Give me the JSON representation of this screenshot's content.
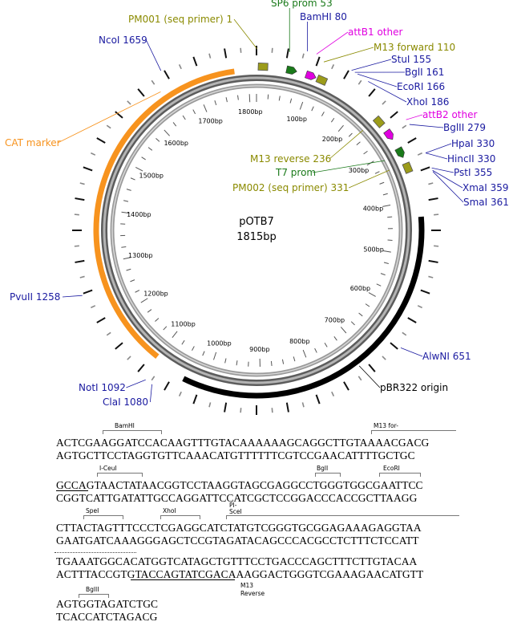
{
  "plasmid": {
    "name": "pOTB7",
    "size_label": "1815bp",
    "length": 1815
  },
  "colors": {
    "orange": "#f7931e",
    "black": "#000000",
    "olive": "#8a8a00",
    "olive_fill": "#9c9c1a",
    "green": "#1a7a1a",
    "magenta": "#e000e0",
    "navy": "#1a1aa0",
    "backbone": "#8c8c8c"
  },
  "scale_ticks": [
    {
      "pos": 100,
      "label": "100bp"
    },
    {
      "pos": 200,
      "label": "200bp"
    },
    {
      "pos": 300,
      "label": "300bp"
    },
    {
      "pos": 400,
      "label": "400bp"
    },
    {
      "pos": 500,
      "label": "500bp"
    },
    {
      "pos": 600,
      "label": "600bp"
    },
    {
      "pos": 700,
      "label": "700bp"
    },
    {
      "pos": 800,
      "label": "800bp"
    },
    {
      "pos": 900,
      "label": "900bp"
    },
    {
      "pos": 1000,
      "label": "1000bp"
    },
    {
      "pos": 1100,
      "label": "1100bp"
    },
    {
      "pos": 1200,
      "label": "1200bp"
    },
    {
      "pos": 1300,
      "label": "1300bp"
    },
    {
      "pos": 1400,
      "label": "1400bp"
    },
    {
      "pos": 1500,
      "label": "1500bp"
    },
    {
      "pos": 1600,
      "label": "1600bp"
    },
    {
      "pos": 1700,
      "label": "1700bp"
    },
    {
      "pos": 1800,
      "label": "1800bp"
    }
  ],
  "features": [
    {
      "name": "CAT marker",
      "start": 1100,
      "end": 1775,
      "color": "orange"
    },
    {
      "name": "pBR322 origin",
      "start": 430,
      "end": 1040,
      "color": "black"
    },
    {
      "name": "PM001 (seq primer)",
      "start": 1,
      "end": 22,
      "color": "olive"
    },
    {
      "name": "SP6 prom",
      "start": 53,
      "end": 71,
      "color": "green"
    },
    {
      "name": "attB1",
      "start": 85,
      "end": 110,
      "color": "magenta"
    },
    {
      "name": "M13 forward",
      "start": 110,
      "end": 127,
      "color": "olive"
    },
    {
      "name": "M13 reverse",
      "start": 236,
      "end": 253,
      "color": "olive"
    },
    {
      "name": "attB2",
      "start": 262,
      "end": 286,
      "color": "magenta"
    },
    {
      "name": "T7 prom",
      "start": 302,
      "end": 320,
      "color": "green"
    },
    {
      "name": "PM002 (seq primer)",
      "start": 331,
      "end": 350,
      "color": "olive"
    }
  ],
  "labels": [
    {
      "text": "PM001 (seq primer) 1",
      "color": "olive",
      "pos": 1
    },
    {
      "text": "SP6 prom 53",
      "color": "green",
      "pos": 53
    },
    {
      "text": "BamHI 80",
      "color": "navy",
      "pos": 80
    },
    {
      "text": "attB1 other",
      "color": "magenta",
      "pos": 95
    },
    {
      "text": "M13 forward 110",
      "color": "olive",
      "pos": 110
    },
    {
      "text": "StuI 155",
      "color": "navy",
      "pos": 155
    },
    {
      "text": "BglI 161",
      "color": "navy",
      "pos": 161
    },
    {
      "text": "EcoRI 166",
      "color": "navy",
      "pos": 166
    },
    {
      "text": "XhoI 186",
      "color": "navy",
      "pos": 186
    },
    {
      "text": "attB2 other",
      "color": "magenta",
      "pos": 270
    },
    {
      "text": "BglII 279",
      "color": "navy",
      "pos": 279
    },
    {
      "text": "HpaI 330",
      "color": "navy",
      "pos": 330
    },
    {
      "text": "HincII 330",
      "color": "navy",
      "pos": 330
    },
    {
      "text": "PstI 355",
      "color": "navy",
      "pos": 355
    },
    {
      "text": "XmaI 359",
      "color": "navy",
      "pos": 359
    },
    {
      "text": "SmaI 361",
      "color": "navy",
      "pos": 361
    },
    {
      "text": "M13 reverse 236",
      "color": "olive",
      "pos": 236
    },
    {
      "text": "T7 prom",
      "color": "green",
      "pos": 310
    },
    {
      "text": "PM002 (seq primer) 331",
      "color": "olive",
      "pos": 331
    },
    {
      "text": "NcoI 1659",
      "color": "navy",
      "pos": 1659
    },
    {
      "text": "CAT marker",
      "color": "orange",
      "pos": 1640
    },
    {
      "text": "PvuII 1258",
      "color": "navy",
      "pos": 1258
    },
    {
      "text": "NotI 1092",
      "color": "navy",
      "pos": 1092
    },
    {
      "text": "ClaI 1080",
      "color": "navy",
      "pos": 1080
    },
    {
      "text": "AlwNI 651",
      "color": "navy",
      "pos": 651
    },
    {
      "text": "pBR322 origin",
      "color": "black",
      "pos": 720
    }
  ],
  "sequence": {
    "rows": [
      {
        "top": "ACTCGAAGGATCCACAAGTTTGTACAAAAAAGCAGGCTTGTAAAACGACG",
        "bottom": "AGTGCTTCCTAGGTGTTCAAACATGTTTTTTCGTCCGAACATTTTGCTGC"
      },
      {
        "top": "GCCAGTAACTATAACGGTCCTAAGGTAGCGAGGCCTGGGTGGCGAATTCC",
        "bottom": "CGGTCATTGATATTGCCAGGATTCCATCGCTCCGGACCCACCGCTTAAGG"
      },
      {
        "top": "CTTACTAGTTTCCCTCGAGGCATCTATGTCGGGTGCGGAGAAAGAGGTAA",
        "bottom": "GAATGATCAAAGGGAGCTCCGTAGATACAGCCCACGCCTCTTTCTCCATT"
      },
      {
        "top": "TGAAATGGCACATGGTCATAGCTGTTTCCTGACCCAGCTTTCTTGTACAA",
        "bottom": "ACTTTACCGTGTACCAGTATCGACAAAGGACTGGGTCGAAAGAACATGTT"
      },
      {
        "top": "AGTGGTAGATCTGC",
        "bottom": "TCACCATCTAGACG"
      }
    ],
    "annotations": {
      "bamhi": "BamHI",
      "m13_forward": "M13 for-",
      "iceui": "I-CeuI",
      "bgli": "BglI",
      "ecori": "EcoRI",
      "spei": "SpeI",
      "xhoi": "XhoI",
      "pisce": "PI-\nSceI",
      "m13_reverse": "M13\nReverse",
      "bglii": "BglII"
    }
  }
}
